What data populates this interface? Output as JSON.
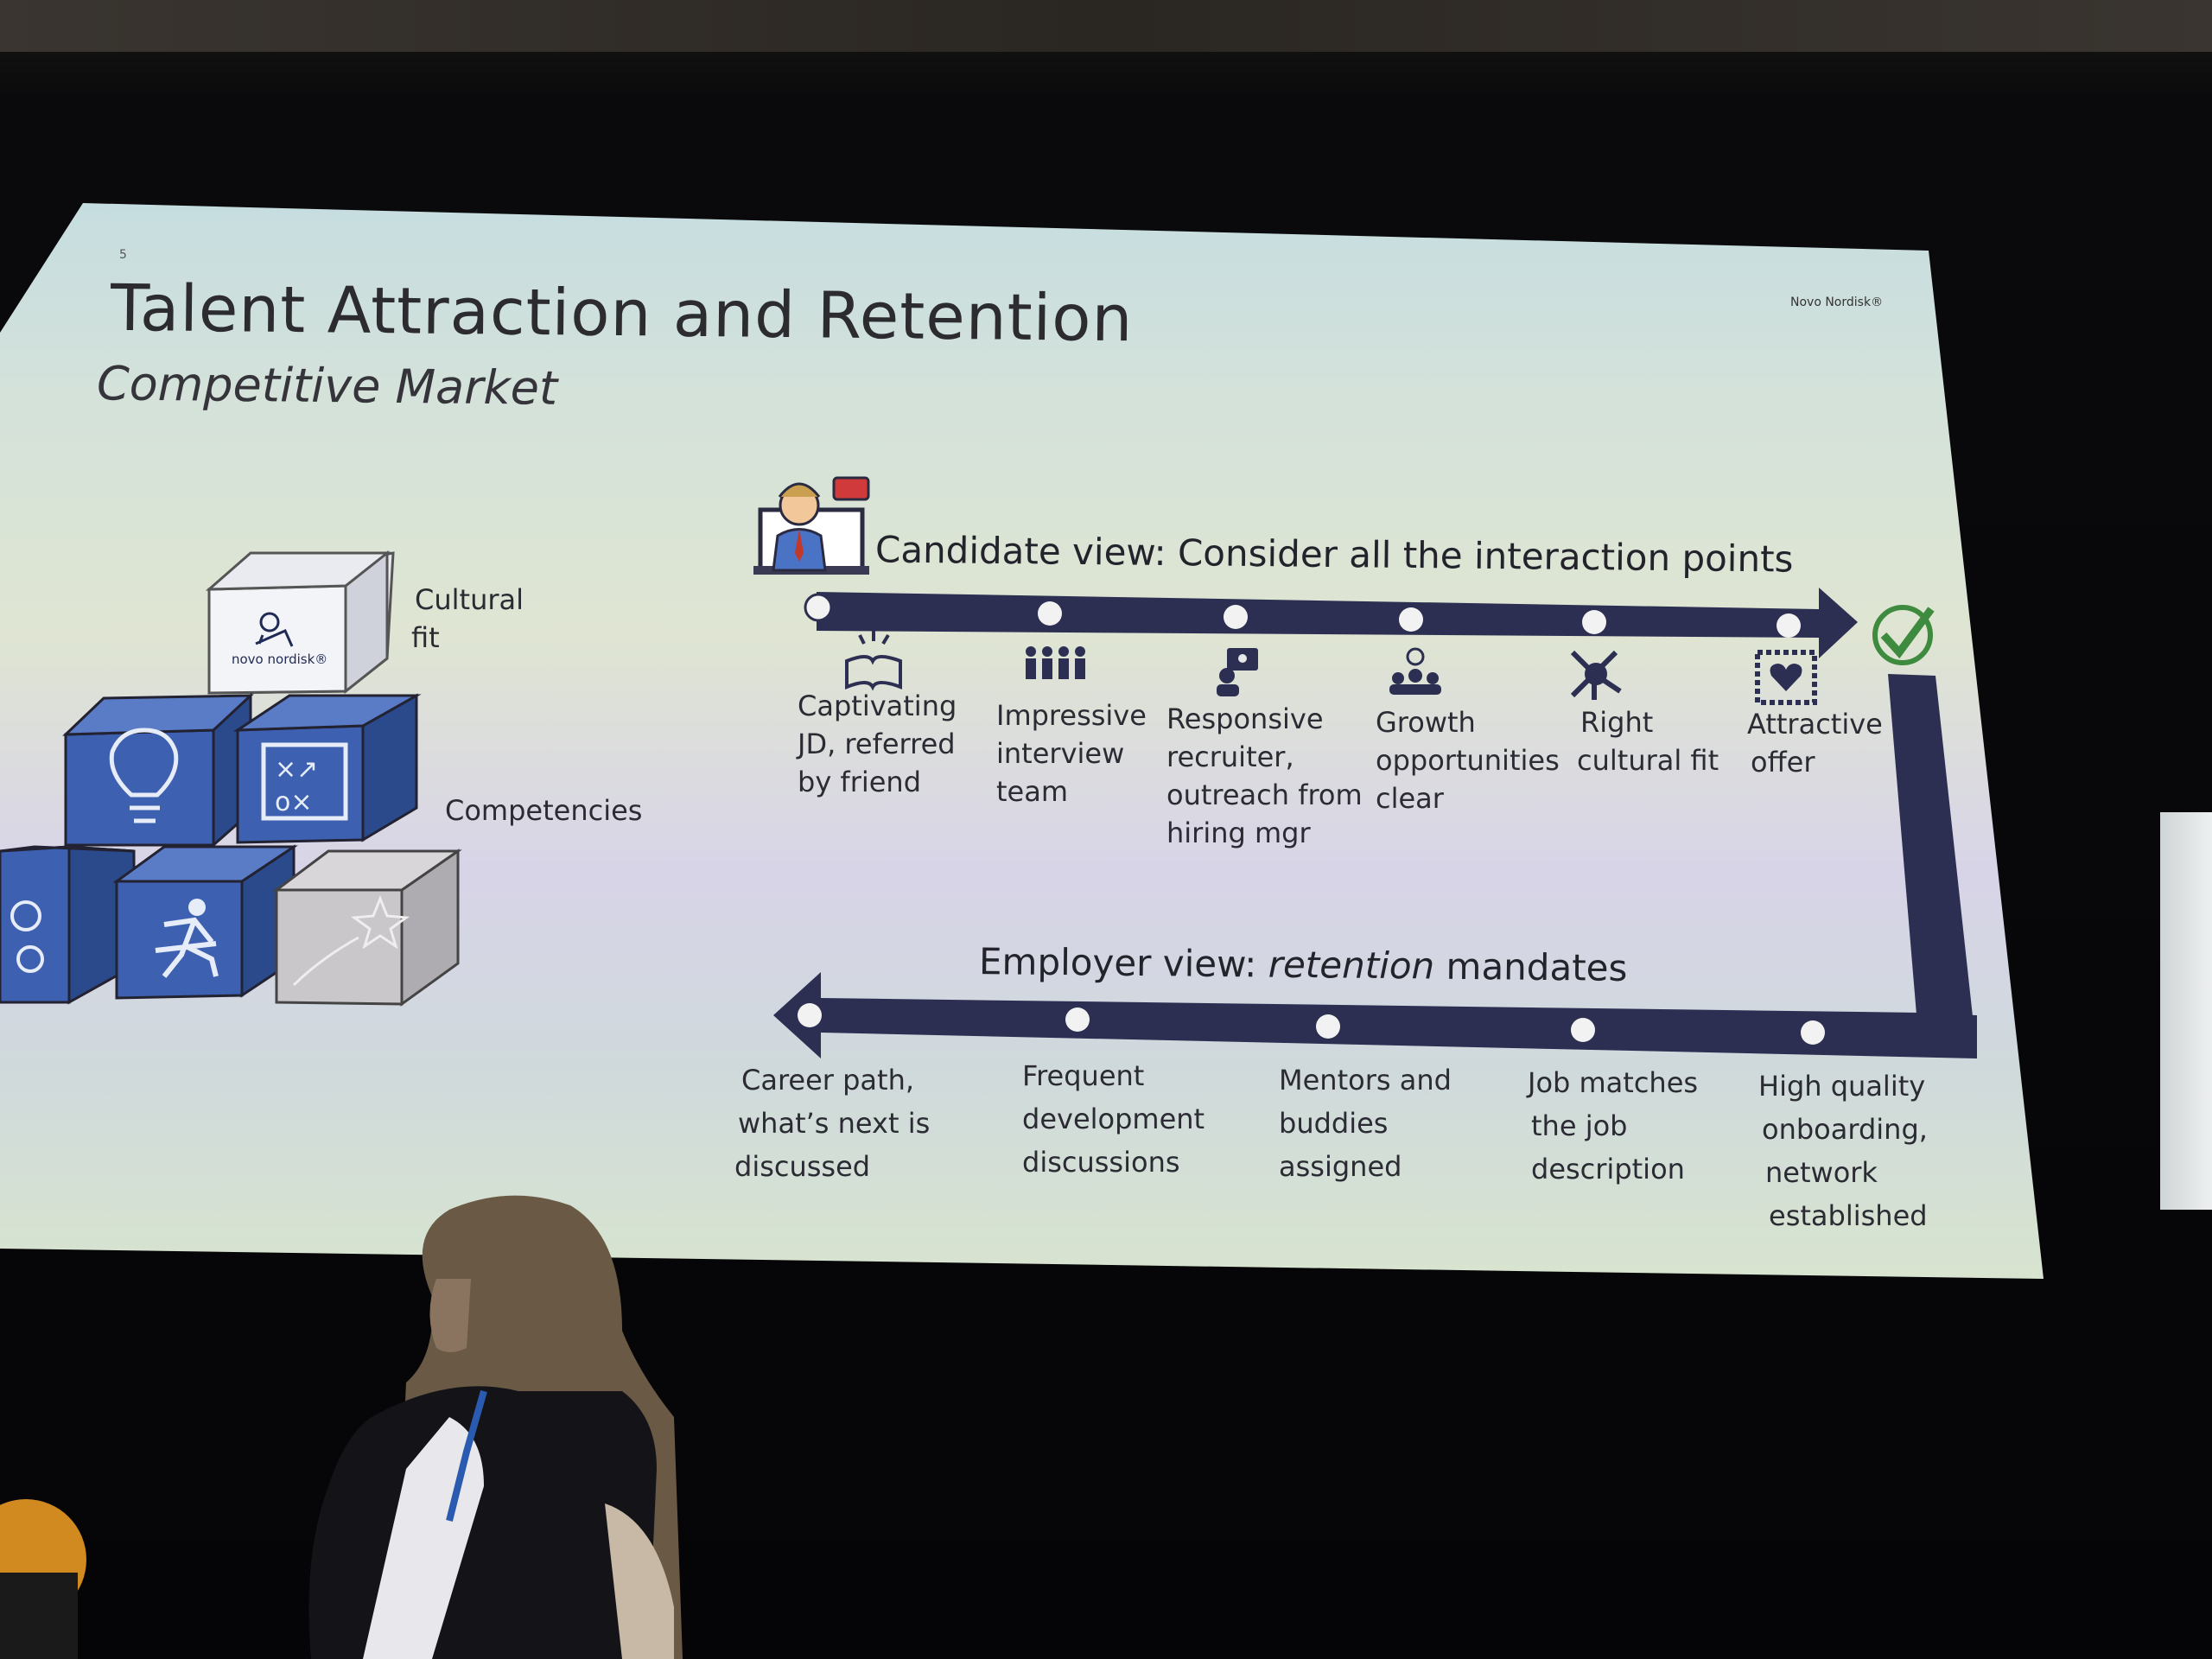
{
  "slide": {
    "page_number": "5",
    "brand": "Novo Nordisk®",
    "title": "Talent Attraction and Retention",
    "subtitle": "Competitive Market"
  },
  "blocks": {
    "logo_text": "novo nordisk®",
    "label_cultural_fit_1": "Cultural",
    "label_cultural_fit_2": "fit",
    "label_competencies": "Competencies"
  },
  "candidate": {
    "heading": "Candidate view: Consider all the interaction points",
    "steps": [
      {
        "icon": "book-sparkle-icon",
        "lines": [
          "Captivating",
          "JD, referred",
          "by friend"
        ]
      },
      {
        "icon": "team-icon",
        "lines": [
          "Impressive",
          "interview",
          "team"
        ]
      },
      {
        "icon": "recruiter-chat-icon",
        "lines": [
          "Responsive",
          "recruiter,",
          "outreach from",
          "hiring mgr"
        ]
      },
      {
        "icon": "group-idea-icon",
        "lines": [
          "Growth",
          "opportunities",
          "clear"
        ]
      },
      {
        "icon": "puzzle-arrows-icon",
        "lines": [
          "Right",
          "cultural fit"
        ]
      },
      {
        "icon": "stamp-heart-icon",
        "lines": [
          "Attractive",
          "offer"
        ]
      }
    ]
  },
  "employer": {
    "heading_pre": "Employer view: ",
    "heading_em": "retention",
    "heading_post": " mandates",
    "steps": [
      {
        "lines": [
          "Career path,",
          "what’s next is",
          "discussed"
        ]
      },
      {
        "lines": [
          "Frequent",
          "development",
          "discussions"
        ]
      },
      {
        "lines": [
          "Mentors and",
          "buddies",
          "assigned"
        ]
      },
      {
        "lines": [
          "Job matches",
          "the job",
          "description"
        ]
      },
      {
        "lines": [
          "High quality",
          "onboarding,",
          "network",
          "established"
        ]
      }
    ]
  },
  "colors": {
    "arrow": "#2c2f52",
    "cube_blue": "#3d61b0",
    "check": "#3e8a3e"
  }
}
